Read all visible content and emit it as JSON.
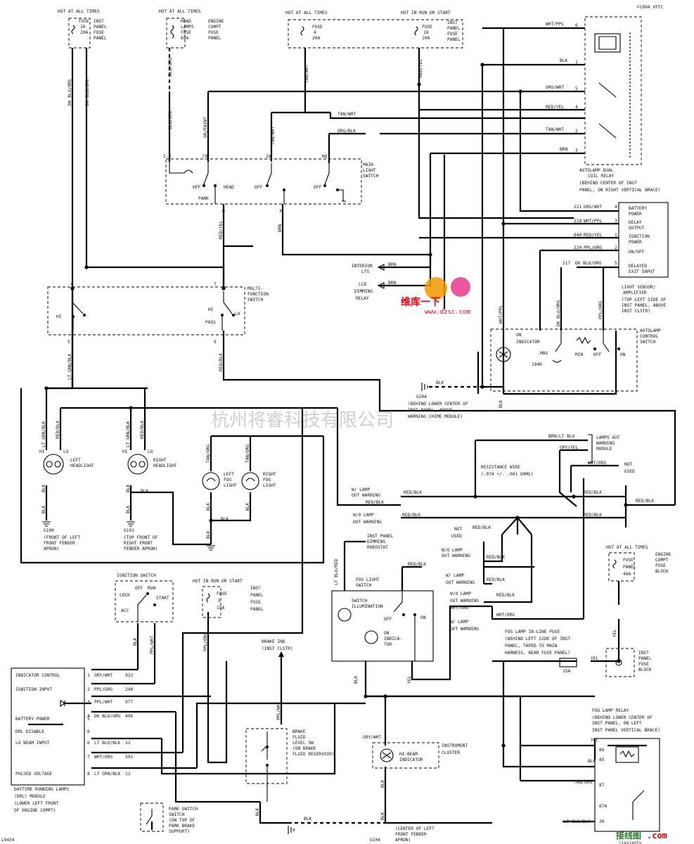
{
  "copyright": "©1994 VFTC",
  "diagram_code": "L9434",
  "watermark": "杭州将睿科技有限公司",
  "logo": {
    "text": "维库一下",
    "url": "www.dzsc.com",
    "colors": [
      "#e83a8c",
      "#f39800",
      "#e60012"
    ]
  },
  "site_mark": {
    "text": "接线图",
    "url": ".com",
    "domain": "jiexiantu"
  },
  "power": {
    "hot1": "HOT AT ALL TIMES",
    "hot2": "HOT AT ALL TIMES",
    "hot3": "HOT AT ALL TIMES",
    "hot_run_start": "HOT IN RUN OR START",
    "hot4": "HOT AT ALL TIMES",
    "hot_run_start2": "HOT IN RUN OR START"
  },
  "fuses": {
    "f10": [
      "FUSE",
      "10",
      "20A"
    ],
    "f10_lbl": [
      "INST",
      "PANEL",
      "FUSE",
      "PANEL"
    ],
    "head_lamps": [
      "HEAD",
      "LAMPS",
      "FUSE",
      "60A"
    ],
    "engine_lbl": [
      "ENGINE",
      "COMPT",
      "FUSE",
      "PANEL"
    ],
    "f4": [
      "FUSE",
      "4",
      "20A"
    ],
    "f18": [
      "FUSE",
      "18",
      "10A"
    ],
    "f18_lbl": [
      "INST",
      "PANEL",
      "FUSE",
      "PANEL"
    ],
    "f5": [
      "FUSE",
      "5",
      "15A"
    ],
    "f5_lbl": [
      "INST",
      "PANEL",
      "FUSE",
      "PANEL"
    ],
    "f40": [
      "FUSE",
      "PANEL",
      "40A"
    ],
    "f40_lbl": [
      "ENGINE",
      "COMPT",
      "FUSE",
      "BLOCK"
    ],
    "f15": "15A",
    "inst_block": [
      "INST",
      "PANEL",
      "FUSE",
      "BLOCK"
    ],
    "inline": [
      "FOG LAMP IN-LINE FUSE",
      "(BEHIND LEFT SIDE OF INST",
      "PANEL, TAPED TO MAIN",
      "HARNESS, NEAR FUSE PANEL)"
    ]
  },
  "wires": {
    "dk_blu_org": "DK BLU/ORG",
    "blu_org": "BLU/ORG",
    "or_paint": "OR/PAINT",
    "tan_wht": "TAN/WHT",
    "red_yel": "RED/YEL",
    "org_blk": "ORG/BLK",
    "wht_ppl": "WHT/PPL",
    "blk": "BLK",
    "org_wht": "ORG/WHT",
    "brn": "BRN",
    "red_blk": "RED/BLK",
    "lt_grn_blk": "LT GRN/BLK",
    "tan_org": "TAN/ORG",
    "ppl_org": "PPL/ORG",
    "ppl_wht": "PPL/WHT",
    "gry_wht": "GRY/WHT",
    "yel": "YEL",
    "brn_lt_blu": "BRN/LT BLU",
    "gry_yel": "GRY/YEL",
    "lt_blu_red": "LT BLU/RED",
    "lt_blu_blk": "LT BLU/BLK",
    "wht_org": "WHT/ORG",
    "dk_blu_org2": "DK BLU/ORG"
  },
  "relay": {
    "pins": [
      "6",
      "1",
      "5",
      "4",
      "2",
      "3"
    ],
    "wires": [
      "WHT/PPL",
      "BLK",
      "ORG/WHT",
      "RED/YEL",
      "TAN/WHT",
      "BRN"
    ],
    "label": [
      "AUTOLAMP DUAL",
      "COIL RELAY",
      "(BEHIND CENTER OF INST",
      "PANEL, ON RIGHT VERTICAL BRACE)"
    ]
  },
  "sensor": {
    "circuits": [
      "221",
      "218",
      "640",
      "220",
      "217"
    ],
    "wires": [
      "ORG/WHT",
      "WHT/PPL",
      "RED/YEL",
      "PPL/ORG",
      "DK BLU/ORG"
    ],
    "pins": [
      "4",
      "3",
      "1",
      "2",
      "5"
    ],
    "funcs": [
      "BATTERY",
      "POWER",
      "DELAY",
      "OUTPUT",
      "IGNITION",
      "POWER",
      "ON/OFF",
      "DELAYED",
      "EXIT INPUT"
    ],
    "label": [
      "LIGHT SENSOR/",
      "AMPLIFIER",
      "(TOP LEFT SIDE OF",
      "INST PANEL, ABOVE",
      "INST CLSTR)"
    ]
  },
  "main_switch": {
    "label": [
      "MAIN",
      "LIGHT",
      "SWITCH"
    ],
    "pins": [
      "I-8",
      "C8",
      "2A",
      "NQ",
      "H",
      "K"
    ],
    "pos": [
      "OFF",
      "PARK",
      "HEAD",
      "OFF",
      "OFF"
    ]
  },
  "multi": {
    "label": [
      "MULTI-",
      "FUNCTION",
      "SWITCH"
    ],
    "pos": [
      "HI",
      "HI",
      "LO",
      "PASS"
    ],
    "pins": [
      "5",
      "4",
      "9",
      "7"
    ]
  },
  "interior": [
    "INTERIOR",
    "LTS"
  ],
  "lcd": [
    "LCD",
    "DIMMING",
    "RELAY"
  ],
  "control": {
    "label": [
      "AUTOLAMP",
      "CONTROL",
      "SWITCH"
    ],
    "on_ind": [
      "ON",
      "INDICATOR"
    ],
    "pos": [
      "MAX",
      "MIN",
      "OFF",
      "ON"
    ],
    "res": "194K"
  },
  "g204": [
    "G204",
    "(BEHIND LOWER CENTER OF",
    "INST PANEL, ABOVE",
    "WARNING CHIME MODULE)"
  ],
  "headlights": {
    "left": [
      "LEFT",
      "HEADLIGHT"
    ],
    "right": [
      "RIGHT",
      "HEADLIGHT"
    ],
    "hi": "HI",
    "lo": "LO",
    "g100": [
      "G100",
      "(FRONT OF LEFT",
      "FRONT FENDER",
      "APRON)"
    ],
    "g101": [
      "G101",
      "(TOP FRONT OF",
      "RIGHT FRONT",
      "FENDER APRON)"
    ]
  },
  "fog": {
    "left": [
      "LEFT",
      "FOG",
      "LIGHT"
    ],
    "right": [
      "RIGHT",
      "FOG",
      "LIGHT"
    ]
  },
  "lamps_out": {
    "label": [
      "LAMPS OUT",
      "WARNING",
      "MODULE"
    ],
    "not_used": [
      "NOT",
      "USED"
    ],
    "resistance": [
      "RESISTANCE WIRE",
      "(.074 +/- .001 OHMS)"
    ],
    "wl1": [
      "W/ LAMP",
      "OUT WARNING"
    ],
    "wol1": [
      "W/O LAMP",
      "OUT WARNING"
    ],
    "wol2": [
      "W/O LAMP",
      "OUT WARNING"
    ],
    "wl2": [
      "W/ LAMP",
      "OUT WARNING"
    ],
    "wol3": [
      "W/O LAMP",
      "OUT WARNING"
    ],
    "wl3": [
      "W/ LAMP",
      "OUT WARNING"
    ]
  },
  "rheostat": [
    "INST PANEL",
    "DIMMING",
    "RHEOSTAT"
  ],
  "fog_switch": {
    "label": [
      "FOG LIGHT",
      "SWITCH"
    ],
    "illum": [
      "SWITCH",
      "ILLUMINATION"
    ],
    "ind": [
      "ON",
      "INDICA-",
      "TOR"
    ],
    "pos": [
      "OFF",
      "ON"
    ]
  },
  "ignition": {
    "label": "IGNITION SWITCH",
    "pos": [
      "OFF",
      "RUN",
      "LOCK",
      "START",
      "ACC"
    ]
  },
  "drl": {
    "rows": [
      [
        "INDICATOR CONTROL",
        "1",
        "GRY/WHT",
        "932"
      ],
      [
        "IGNITION INPUT",
        "2",
        "PPL/ORG",
        "240"
      ],
      [
        "",
        "3",
        "PPL/WHT",
        "977"
      ],
      [
        "",
        "4",
        "DK BLU/ORG",
        "496"
      ],
      [
        "BATTERY POWER",
        "5",
        "",
        ""
      ],
      [
        "DRL DISABLE",
        "6",
        "",
        ""
      ],
      [
        "LO BEAM INPUT",
        "6",
        "LT BLU/BLK",
        "22"
      ],
      [
        "",
        "7",
        "WHT/ORG",
        "591"
      ],
      [
        "PULSED VOLTAGE",
        "8",
        "LT GRN/BLK",
        "12"
      ]
    ],
    "label": [
      "DAYTIME RUNNING LAMPS",
      "(DRL) MODULE",
      "(LOWER LEFT FRONT",
      "OF ENGINE COMPT)"
    ]
  },
  "brake": {
    "ind": [
      "BRAKE IND",
      "(INST CLSTR)"
    ],
    "sw": [
      "BRAKE",
      "FLUID",
      "LEVEL SW",
      "(ON BRAKE",
      "FLUID RESERVOIR)"
    ]
  },
  "park_sw": [
    "PARK SWITCH",
    "SWITCH",
    "(ON TOP OF",
    "PARK BRAKE",
    "SUPPORT)"
  ],
  "hibeam": {
    "label": [
      "HI-BEAM",
      "INDICATOR"
    ],
    "cluster": [
      "INSTRUMENT",
      "CLUSTER"
    ]
  },
  "g104": [
    "G104",
    "(CENTER OF LEFT",
    "FRONT FENDER",
    "APRON)"
  ],
  "fog_relay": {
    "label": [
      "FOG LAMP RELAY",
      "(BEHIND LOWER CENTER OF",
      "INST PANEL, ON LEFT",
      "INST PANEL VERTICAL BRACE)"
    ],
    "pins": [
      "86",
      "85",
      "87",
      "87A",
      "30"
    ]
  }
}
